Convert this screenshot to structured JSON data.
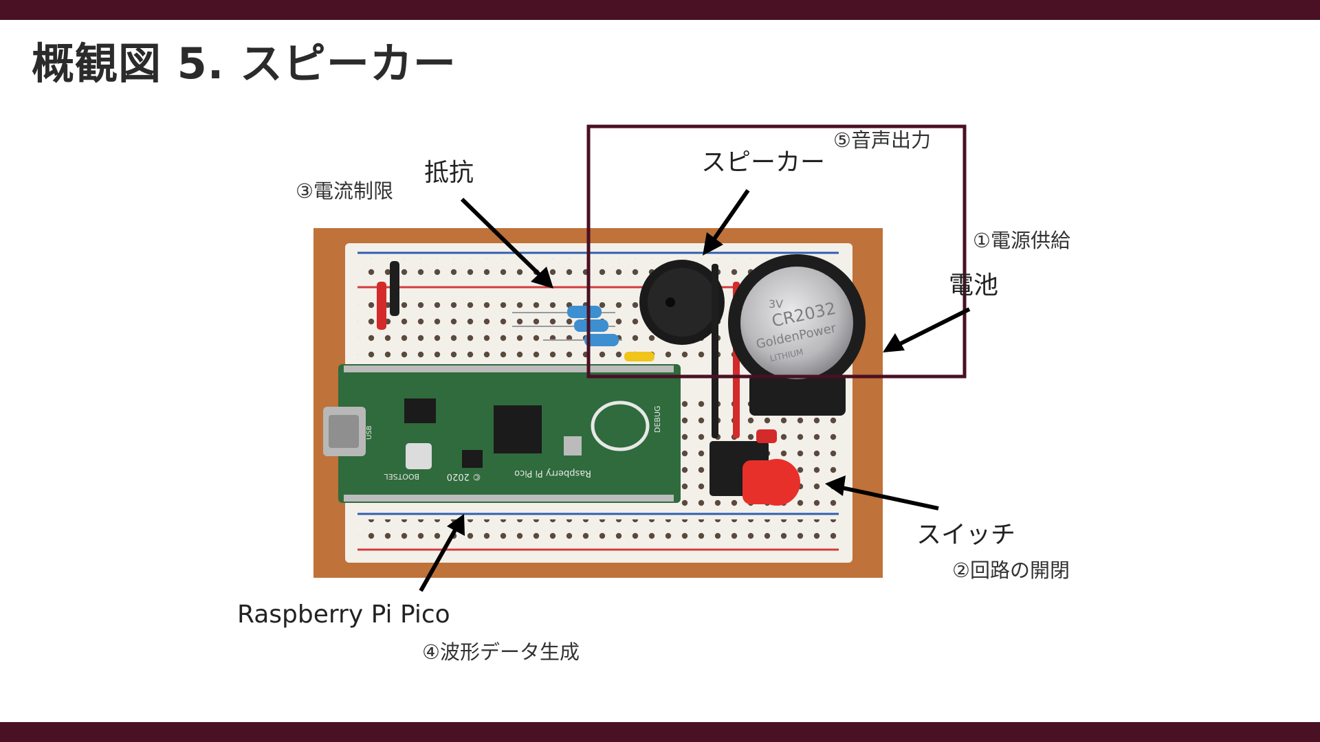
{
  "slide": {
    "title": "概観図 5. スピーカー"
  },
  "labels": {
    "resistor": "抵抗",
    "current_limit": "③電流制限",
    "speaker": "スピーカー",
    "audio_output": "⑤音声出力",
    "power_supply": "①電源供給",
    "battery": "電池",
    "switch": "スイッチ",
    "circuit_open_close": "②回路の開閉",
    "pico": "Raspberry Pi Pico",
    "waveform": "④波形データ生成"
  },
  "photo_text": {
    "battery_model": "CR2032",
    "battery_brand": "GoldenPower",
    "battery_voltage": "3V",
    "battery_type": "LITHIUM",
    "board_name": "Raspberry Pi Pico",
    "board_year": "© 2020",
    "bootsel": "BOOTSEL",
    "debug": "DEBUG",
    "usb": "USB"
  },
  "colors": {
    "frame": "#4a1024",
    "wood": "#c87a3e",
    "breadboard": "#f3f0ea",
    "pcb": "#2f6b3c",
    "rail_red": "#d23b3b",
    "rail_blue": "#2f5fb0",
    "button_red": "#e8302a"
  }
}
